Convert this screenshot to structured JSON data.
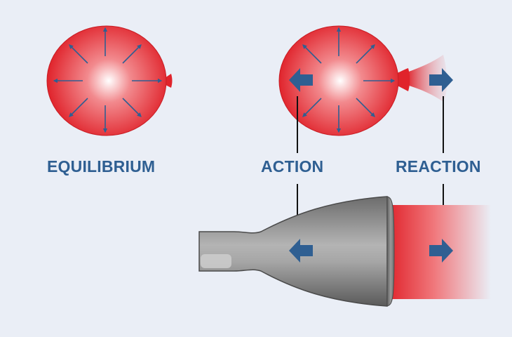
{
  "labels": {
    "equilibrium": "EQUILIBRIUM",
    "action": "ACTION",
    "reaction": "REACTION"
  },
  "colors": {
    "background": "#eaeef6",
    "balloon_red": "#e0262e",
    "arrow_blue": "#2f5f92",
    "nozzle_gray": "#8a8a8a",
    "label_blue": "#2f5f92"
  }
}
